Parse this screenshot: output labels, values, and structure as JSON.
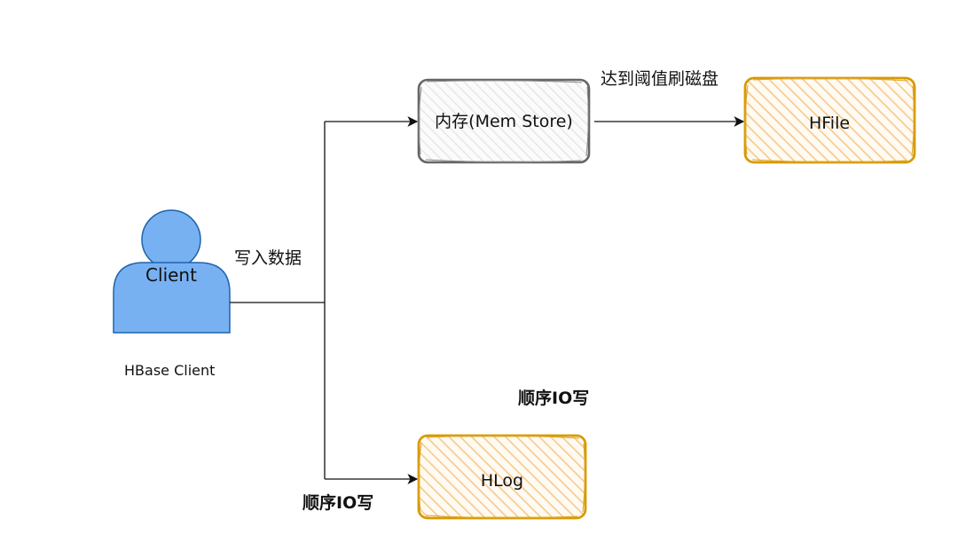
{
  "nodes": {
    "client": {
      "label": "Client",
      "caption": "HBase Client",
      "fill": "#78b1f2",
      "stroke": "#1d63ad"
    },
    "memstore": {
      "label": "内存(Mem Store)",
      "fill": "#f5f5f5",
      "stroke": "#666666"
    },
    "hfile": {
      "label": "HFile",
      "fill": "#fbe2bb",
      "stroke": "#d79b00"
    },
    "hlog": {
      "label": "HLog",
      "fill": "#fbe2bb",
      "stroke": "#d79b00"
    }
  },
  "edges": {
    "write_data": "写入数据",
    "flush": "达到阈值刷磁盘",
    "seq_io_upper": "顺序IO写",
    "seq_io_lower": "顺序IO写"
  },
  "colors": {
    "line": "#111111"
  }
}
